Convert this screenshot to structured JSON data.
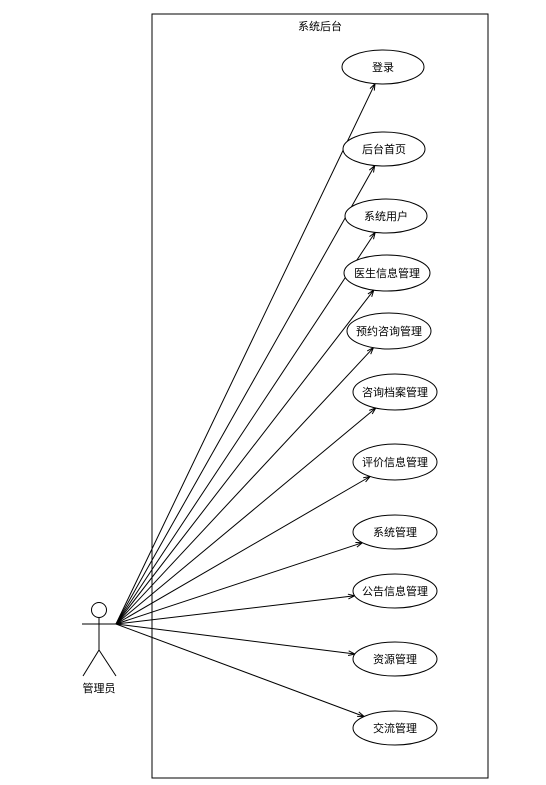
{
  "system": {
    "title": "系统后台"
  },
  "actor": {
    "label": "管理员"
  },
  "use_cases": [
    {
      "label": "登录"
    },
    {
      "label": "后台首页"
    },
    {
      "label": "系统用户"
    },
    {
      "label": "医生信息管理"
    },
    {
      "label": "预约咨询管理"
    },
    {
      "label": "咨询档案管理"
    },
    {
      "label": "评价信息管理"
    },
    {
      "label": "系统管理"
    },
    {
      "label": "公告信息管理"
    },
    {
      "label": "资源管理"
    },
    {
      "label": "交流管理"
    }
  ],
  "colors": {
    "line": "#000000",
    "background": "#ffffff"
  }
}
